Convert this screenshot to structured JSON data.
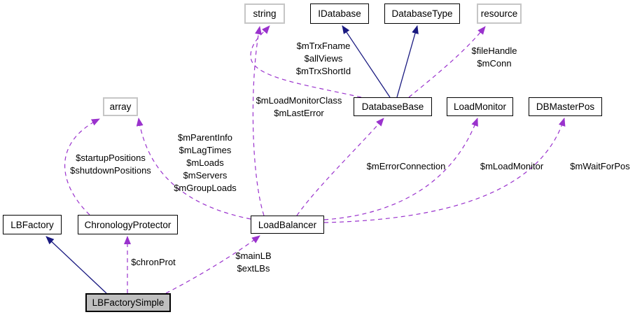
{
  "diagram": {
    "kind": "collaboration-graph",
    "colors": {
      "background": "#ffffff",
      "inheritance_edge": "#191980",
      "usage_edge": "#9a32cd",
      "class_border": "#000000",
      "external_border": "#c6c6c6",
      "focus_node_fill": "#bfbfbf",
      "text": "#000000"
    },
    "nodes": [
      {
        "id": "string",
        "label": "string",
        "kind": "external"
      },
      {
        "id": "idatabase",
        "label": "IDatabase",
        "kind": "class"
      },
      {
        "id": "databasetype",
        "label": "DatabaseType",
        "kind": "class"
      },
      {
        "id": "resource",
        "label": "resource",
        "kind": "external"
      },
      {
        "id": "array",
        "label": "array",
        "kind": "external"
      },
      {
        "id": "databasebase",
        "label": "DatabaseBase",
        "kind": "class"
      },
      {
        "id": "loadmonitor",
        "label": "LoadMonitor",
        "kind": "class"
      },
      {
        "id": "dbmasterpos",
        "label": "DBMasterPos",
        "kind": "class"
      },
      {
        "id": "lbfactory",
        "label": "LBFactory",
        "kind": "class"
      },
      {
        "id": "chronologyprotector",
        "label": "ChronologyProtector",
        "kind": "class"
      },
      {
        "id": "loadbalancer",
        "label": "LoadBalancer",
        "kind": "class"
      },
      {
        "id": "lbfactorysimple",
        "label": "LBFactorySimple",
        "kind": "focus"
      }
    ],
    "edges": [
      {
        "from": "DatabaseBase",
        "to": "IDatabase",
        "style": "solid",
        "label": ""
      },
      {
        "from": "DatabaseBase",
        "to": "DatabaseType",
        "style": "solid",
        "label": ""
      },
      {
        "from": "DatabaseBase",
        "to": "string",
        "style": "dashed",
        "label": "$mTrxFname\n$allViews\n$mTrxShortId"
      },
      {
        "from": "DatabaseBase",
        "to": "resource",
        "style": "dashed",
        "label": "$fileHandle\n$mConn"
      },
      {
        "from": "LoadBalancer",
        "to": "string",
        "style": "dashed",
        "label": "$mLoadMonitorClass\n$mLastError"
      },
      {
        "from": "LoadBalancer",
        "to": "array",
        "style": "dashed",
        "label": "$mParentInfo\n$mLagTimes\n$mLoads\n$mServers\n$mGroupLoads"
      },
      {
        "from": "ChronologyProtector",
        "to": "array",
        "style": "dashed",
        "label": "$startupPositions\n$shutdownPositions"
      },
      {
        "from": "LoadBalancer",
        "to": "DatabaseBase",
        "style": "dashed",
        "label": "$mErrorConnection"
      },
      {
        "from": "LoadBalancer",
        "to": "LoadMonitor",
        "style": "dashed",
        "label": "$mLoadMonitor"
      },
      {
        "from": "LoadBalancer",
        "to": "DBMasterPos",
        "style": "dashed",
        "label": "$mWaitForPos"
      },
      {
        "from": "LBFactorySimple",
        "to": "LBFactory",
        "style": "solid",
        "label": ""
      },
      {
        "from": "LBFactorySimple",
        "to": "ChronologyProtector",
        "style": "dashed",
        "label": "$chronProt"
      },
      {
        "from": "LBFactorySimple",
        "to": "LoadBalancer",
        "style": "dashed",
        "label": "$mainLB\n$extLBs"
      }
    ]
  }
}
